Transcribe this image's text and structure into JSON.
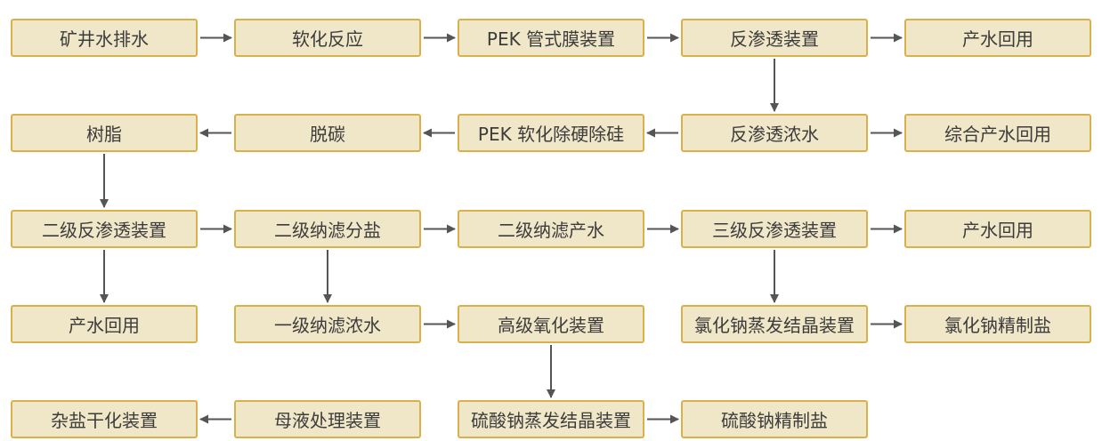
{
  "colors": {
    "node_fill": "#f0e6c8",
    "node_border": "#d8b14a",
    "arrow": "#555555",
    "text": "#3c3c3c"
  },
  "nodes": [
    {
      "id": "n0",
      "label": "矿井水排水"
    },
    {
      "id": "n1",
      "label": "软化反应"
    },
    {
      "id": "n2",
      "label": "PEK 管式膜装置"
    },
    {
      "id": "n3",
      "label": "反渗透装置"
    },
    {
      "id": "n4",
      "label": "产水回用"
    },
    {
      "id": "n5",
      "label": "树脂"
    },
    {
      "id": "n6",
      "label": "脱碳"
    },
    {
      "id": "n7",
      "label": "PEK 软化除硬除硅"
    },
    {
      "id": "n8",
      "label": "反渗透浓水"
    },
    {
      "id": "n9",
      "label": "综合产水回用"
    },
    {
      "id": "n10",
      "label": "二级反渗透装置"
    },
    {
      "id": "n11",
      "label": "二级纳滤分盐"
    },
    {
      "id": "n12",
      "label": "二级纳滤产水"
    },
    {
      "id": "n13",
      "label": "三级反渗透装置"
    },
    {
      "id": "n14",
      "label": "产水回用"
    },
    {
      "id": "n15",
      "label": "产水回用"
    },
    {
      "id": "n16",
      "label": "一级纳滤浓水"
    },
    {
      "id": "n17",
      "label": "高级氧化装置"
    },
    {
      "id": "n18",
      "label": "氯化钠蒸发结晶装置"
    },
    {
      "id": "n19",
      "label": "氯化钠精制盐"
    },
    {
      "id": "n20",
      "label": "杂盐干化装置"
    },
    {
      "id": "n21",
      "label": "母液处理装置"
    },
    {
      "id": "n22",
      "label": "硫酸钠蒸发结晶装置"
    },
    {
      "id": "n23",
      "label": "硫酸钠精制盐"
    }
  ],
  "edges": [
    {
      "from": "n0",
      "to": "n1"
    },
    {
      "from": "n1",
      "to": "n2"
    },
    {
      "from": "n2",
      "to": "n3"
    },
    {
      "from": "n3",
      "to": "n4"
    },
    {
      "from": "n3",
      "to": "n8"
    },
    {
      "from": "n8",
      "to": "n9"
    },
    {
      "from": "n8",
      "to": "n7"
    },
    {
      "from": "n7",
      "to": "n6"
    },
    {
      "from": "n6",
      "to": "n5"
    },
    {
      "from": "n5",
      "to": "n10"
    },
    {
      "from": "n10",
      "to": "n11"
    },
    {
      "from": "n11",
      "to": "n12"
    },
    {
      "from": "n12",
      "to": "n13"
    },
    {
      "from": "n13",
      "to": "n14"
    },
    {
      "from": "n10",
      "to": "n15"
    },
    {
      "from": "n11",
      "to": "n16"
    },
    {
      "from": "n13",
      "to": "n18"
    },
    {
      "from": "n16",
      "to": "n17"
    },
    {
      "from": "n18",
      "to": "n19"
    },
    {
      "from": "n17",
      "to": "n22"
    },
    {
      "from": "n22",
      "to": "n23"
    },
    {
      "from": "n21",
      "to": "n20"
    }
  ]
}
